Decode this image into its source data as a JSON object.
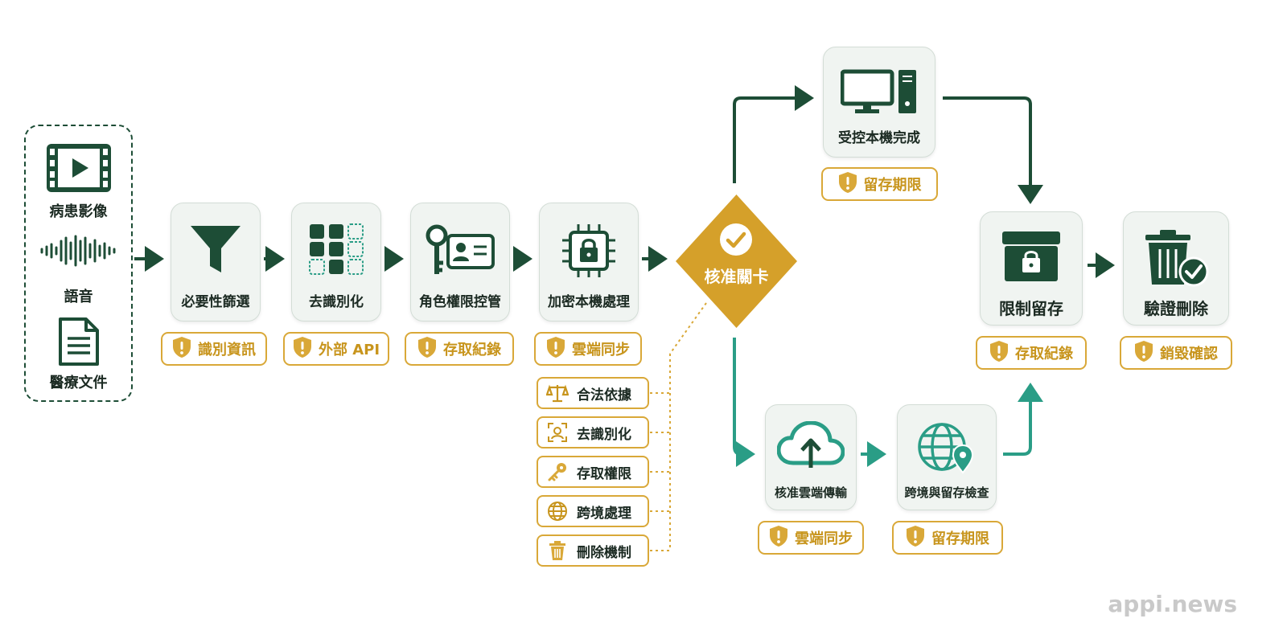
{
  "inputs": {
    "items": [
      {
        "label": "病患影像",
        "icon": "film-play-icon"
      },
      {
        "label": "語音",
        "icon": "audio-waveform-icon"
      },
      {
        "label": "醫療文件",
        "icon": "document-icon"
      }
    ]
  },
  "steps": [
    {
      "label": "必要性篩選",
      "icon": "funnel-filter-icon",
      "badge": "識別資訊"
    },
    {
      "label": "去識別化",
      "icon": "grid-mask-icon",
      "badge": "外部 API"
    },
    {
      "label": "角色權限控管",
      "icon": "key-id-card-icon",
      "badge": "存取紀錄"
    },
    {
      "label": "加密本機處理",
      "icon": "chip-lock-icon",
      "badge": "雲端同步"
    }
  ],
  "gate": {
    "label": "核准關卡",
    "icon": "checkmark-icon"
  },
  "checklist": [
    {
      "label": "合法依據",
      "icon": "scales-icon"
    },
    {
      "label": "去識別化",
      "icon": "face-scan-icon"
    },
    {
      "label": "存取權限",
      "icon": "key-icon"
    },
    {
      "label": "跨境處理",
      "icon": "globe-icon"
    },
    {
      "label": "刪除機制",
      "icon": "trash-icon"
    }
  ],
  "local_path": {
    "label": "受控本機完成",
    "icon": "desktop-computer-icon",
    "badge": "留存期限"
  },
  "cloud_path": [
    {
      "label": "核准雲端傳輸",
      "icon": "cloud-upload-icon",
      "badge": "雲端同步"
    },
    {
      "label": "跨境與留存檢查",
      "icon": "globe-pin-icon",
      "badge": "留存期限"
    }
  ],
  "final": [
    {
      "label": "限制留存",
      "icon": "locked-box-icon",
      "badge": "存取紀錄"
    },
    {
      "label": "驗證刪除",
      "icon": "trash-check-icon",
      "badge": "銷毀確認"
    }
  ],
  "watermark": "appi.news",
  "colors": {
    "dark_green": "#1d4d36",
    "teal": "#2a9d86",
    "gold": "#d9a838",
    "gold_text": "#c8951d"
  }
}
